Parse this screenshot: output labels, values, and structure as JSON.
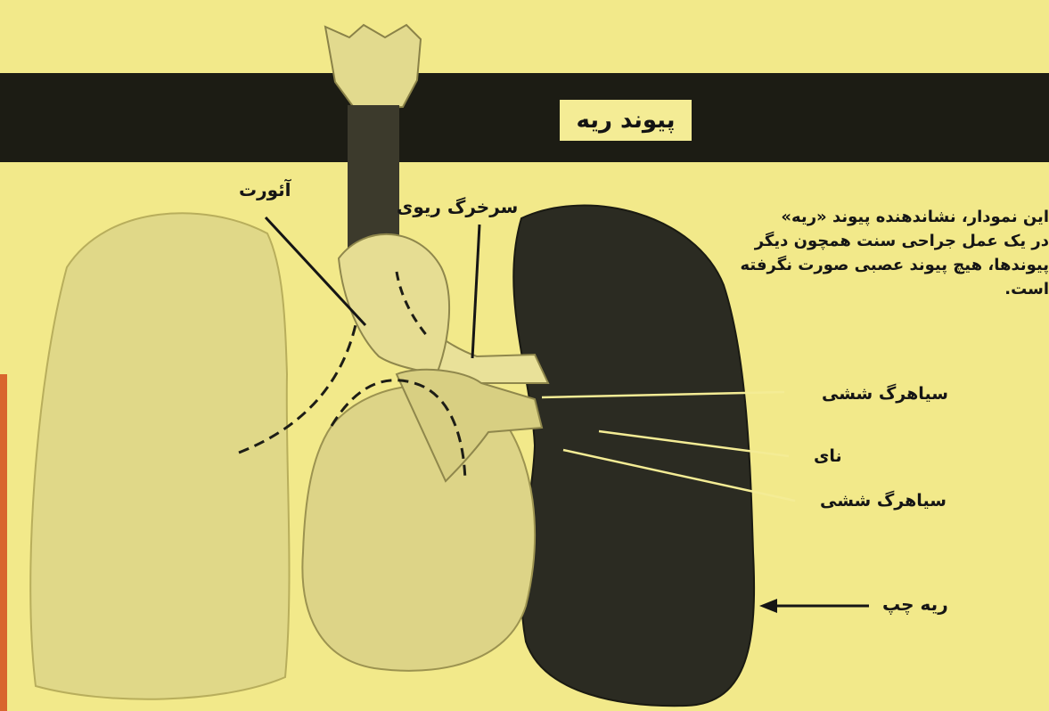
{
  "title": "پیوند ریه",
  "caption_lines": [
    "این نمودار، نشاندهنده پیوند «ریه»",
    "در یک عمل جراحی سنت همچون دیگر",
    "پیوندها، هیچ پیوند عصبی صورت نگرفته",
    "است."
  ],
  "labels": {
    "aorta": "آئورت",
    "pulmonary_artery": "سرخرگ ریوی",
    "pulmonary_vein_1": "سیاهرگ ششی",
    "trachea": "نای",
    "pulmonary_vein_2": "سیاهرگ ششی",
    "left_lung": "ریه چپ"
  },
  "colors": {
    "paper": "#f2e98a",
    "banner": "#1c1c14",
    "ink": "#151515",
    "dark_lung": "#2b2b22",
    "pale_lung": "#e0d888"
  }
}
